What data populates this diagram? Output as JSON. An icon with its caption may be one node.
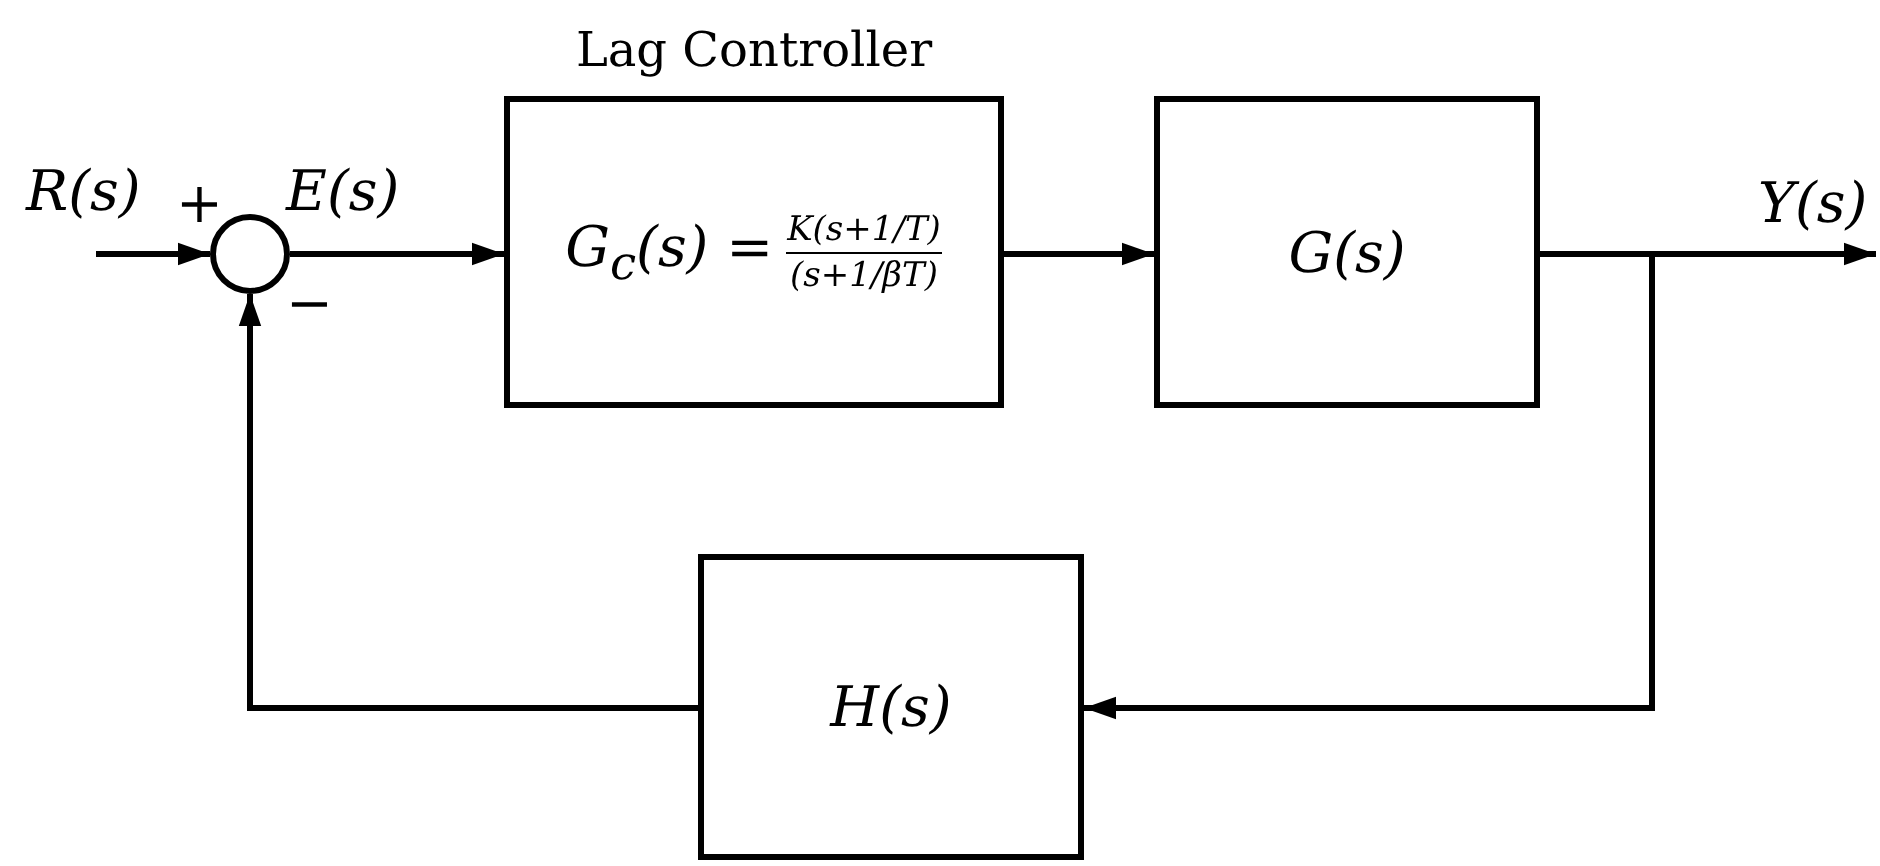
{
  "diagram": {
    "nodes": [
      {
        "text": [],
        "shape": "circle"
      },
      {
        "text": [
          "Lag Controller",
          "G$_{c}$(s) =",
          "K(s+1/T)",
          "(s+1/βT)"
        ]
      },
      {
        "text": [
          "G(s)"
        ]
      },
      {
        "text": [
          "H(s)"
        ]
      }
    ],
    "edges": [
      {
        "from": null,
        "to": 0,
        "arrow": "to",
        "label": "R(s)"
      },
      {
        "from": 0,
        "to": 1,
        "arrow": "to",
        "label": "E(s)"
      },
      {
        "from": 1,
        "to": 2,
        "arrow": "to"
      },
      {
        "from": 2,
        "to": null,
        "arrow": "to",
        "label": "Y(s)"
      },
      {
        "from": 2,
        "to": 3,
        "arrow": "to"
      },
      {
        "from": 3,
        "to": 0,
        "arrow": "to"
      }
    ],
    "labels": [
      "+",
      "−"
    ]
  }
}
